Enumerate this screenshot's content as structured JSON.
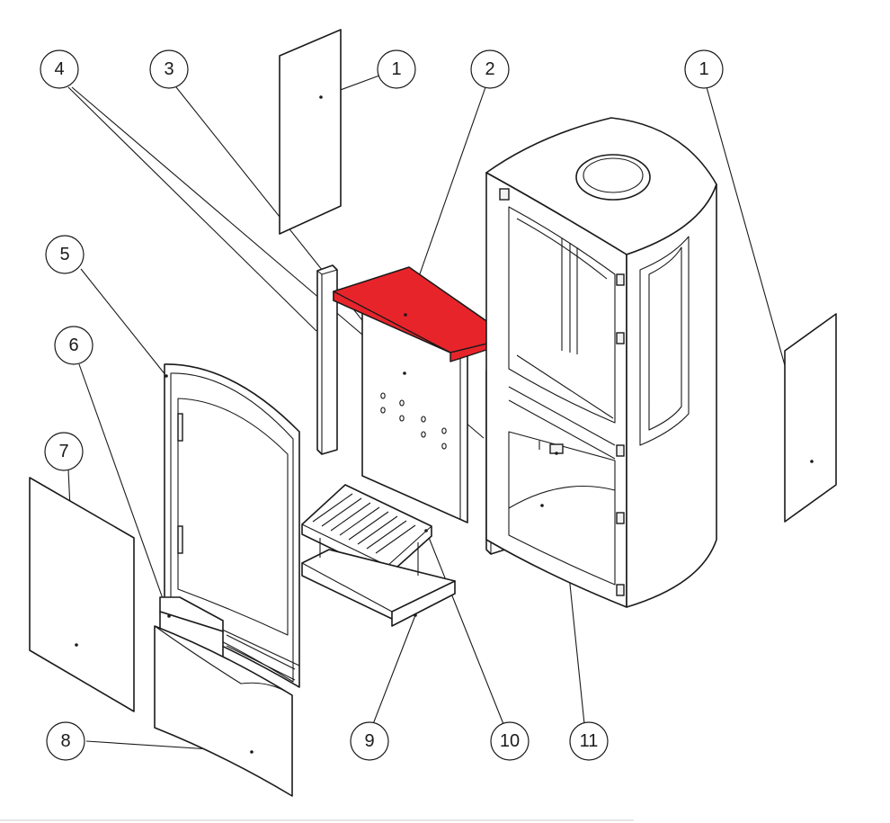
{
  "diagram": {
    "highlight_color": "#e8242b",
    "callouts": [
      {
        "id": "c4",
        "label": "4"
      },
      {
        "id": "c3",
        "label": "3"
      },
      {
        "id": "c1a",
        "label": "1"
      },
      {
        "id": "c2",
        "label": "2"
      },
      {
        "id": "c1b",
        "label": "1"
      },
      {
        "id": "c5",
        "label": "5"
      },
      {
        "id": "c6",
        "label": "6"
      },
      {
        "id": "c7",
        "label": "7"
      },
      {
        "id": "c8",
        "label": "8"
      },
      {
        "id": "c9",
        "label": "9"
      },
      {
        "id": "c10",
        "label": "10"
      },
      {
        "id": "c11",
        "label": "11"
      }
    ]
  }
}
